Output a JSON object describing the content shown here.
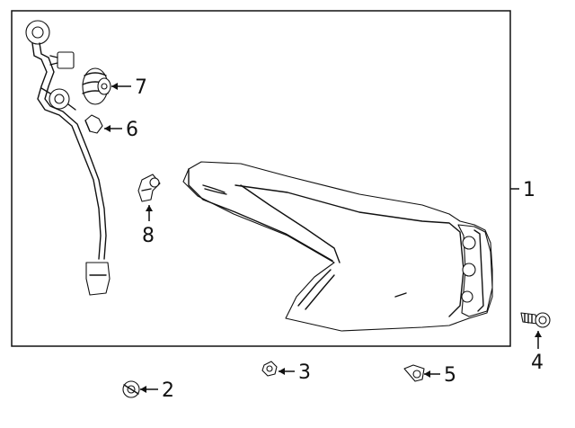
{
  "diagram": {
    "labels": {
      "assembly": "1",
      "screw_2": "2",
      "nut_3": "3",
      "bolt_4": "4",
      "clip_5": "5",
      "bulb_6": "6",
      "grommet_7": "7",
      "socket_8": "8"
    }
  }
}
